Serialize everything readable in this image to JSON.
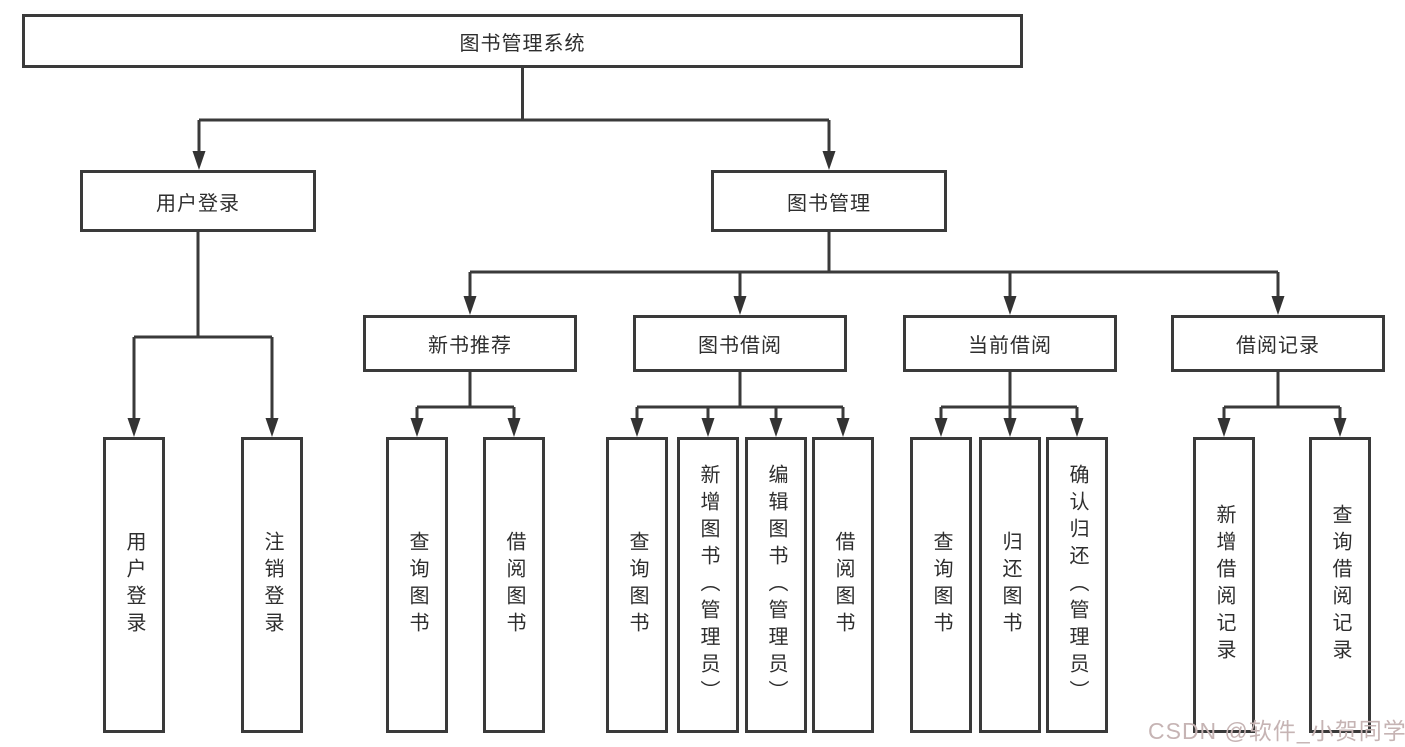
{
  "diagram": {
    "title": "图书管理系统",
    "branches": {
      "user_login": {
        "label": "用户登录",
        "children": {
          "login": "用户登录",
          "logout": "注销登录"
        }
      },
      "book_management": {
        "label": "图书管理",
        "sections": {
          "new_books": {
            "label": "新书推荐",
            "children": {
              "query": "查询图书",
              "borrow": "借阅图书"
            }
          },
          "borrowing": {
            "label": "图书借阅",
            "children": {
              "query": "查询图书",
              "add": "新增图书（管理员）",
              "edit": "编辑图书（管理员）",
              "borrow": "借阅图书"
            }
          },
          "current": {
            "label": "当前借阅",
            "children": {
              "query": "查询图书",
              "return": "归还图书",
              "confirm": "确认归还（管理员）"
            }
          },
          "records": {
            "label": "借阅记录",
            "children": {
              "add": "新增借阅记录",
              "query": "查询借阅记录"
            }
          }
        }
      }
    }
  },
  "watermark": {
    "text": "CSDN @软件_小贺同学"
  },
  "colors": {
    "line": "#3a3a3a",
    "box_border": "#3a3a3a",
    "text": "#2e2e2e",
    "watermark_text": "#c6b4b4",
    "background": "#ffffff"
  }
}
